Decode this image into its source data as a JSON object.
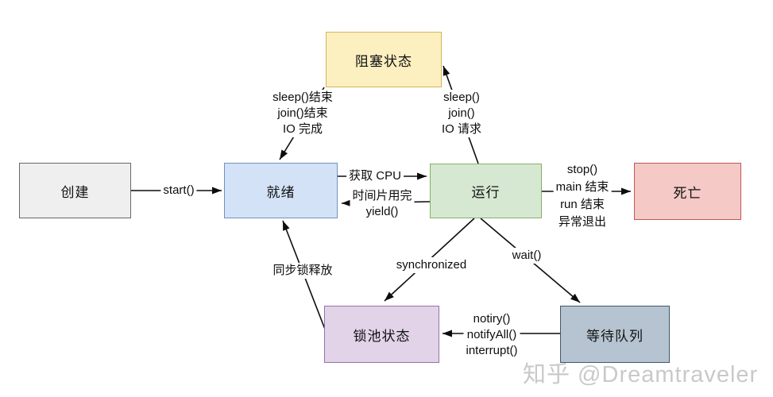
{
  "watermark": {
    "text": "知乎 @Dreamtraveler",
    "color": "#c9c9c9"
  },
  "nodes": {
    "blocked": {
      "label": "阻塞状态",
      "fill": "#fcefc0",
      "stroke": "#d6b656"
    },
    "created": {
      "label": "创建",
      "fill": "#efefef",
      "stroke": "#676767"
    },
    "ready": {
      "label": "就绪",
      "fill": "#d3e2f6",
      "stroke": "#7291c1"
    },
    "running": {
      "label": "运行",
      "fill": "#d6e8d2",
      "stroke": "#84b266"
    },
    "dead": {
      "label": "死亡",
      "fill": "#f4c9c6",
      "stroke": "#c05955"
    },
    "lockpool": {
      "label": "锁池状态",
      "fill": "#e2d3e9",
      "stroke": "#9673a6"
    },
    "waitqueue": {
      "label": "等待队列",
      "fill": "#b6c4d1",
      "stroke": "#40566b"
    }
  },
  "edges": {
    "start": "start()",
    "blocked_to_ready": [
      "sleep()结束",
      "join()结束",
      "IO 完成"
    ],
    "running_to_blocked": [
      "sleep()",
      "join()",
      "IO 请求"
    ],
    "acquire_cpu": "获取 CPU",
    "timeslice": [
      "时间片用完",
      "yield()"
    ],
    "running_to_dead": [
      "stop()",
      "main 结束",
      "run 结束",
      "异常退出"
    ],
    "lock_release": "同步锁释放",
    "synchronized": "synchronized",
    "wait": "wait()",
    "notify": [
      "notiry()",
      "notifyAll()",
      "interrupt()"
    ]
  }
}
